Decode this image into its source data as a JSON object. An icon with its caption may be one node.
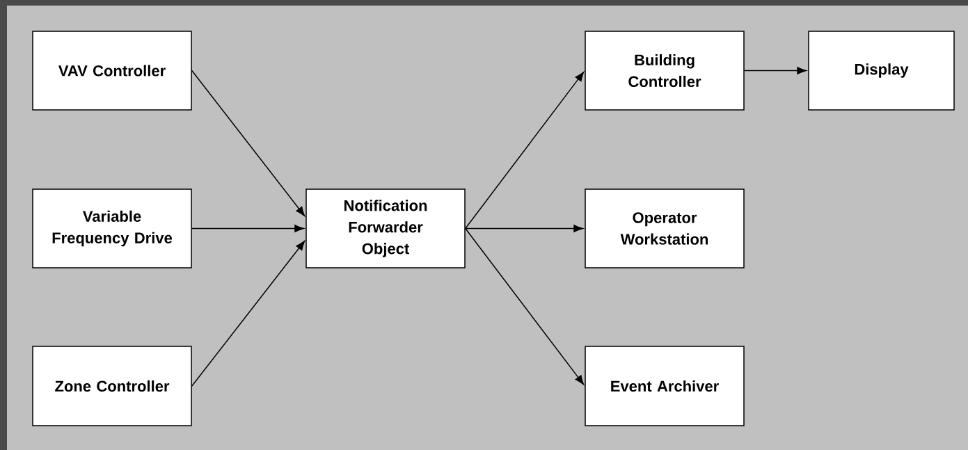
{
  "diagram": {
    "nodes": [
      {
        "text": [
          "VAV Controller"
        ]
      },
      {
        "text": [
          "Variable Frequency Drive"
        ]
      },
      {
        "text": [
          "Zone Controller"
        ]
      },
      {
        "text": [
          "Notification Forwarder Object"
        ]
      },
      {
        "text": [
          "Building Controller"
        ]
      },
      {
        "text": [
          "Display"
        ]
      },
      {
        "text": [
          "Operator Workstation"
        ]
      },
      {
        "text": [
          "Event Archiver"
        ]
      }
    ],
    "edges": [
      {
        "from": 0,
        "to": 3,
        "arrow": "to"
      },
      {
        "from": 1,
        "to": 3,
        "arrow": "to"
      },
      {
        "from": 2,
        "to": 3,
        "arrow": "to"
      },
      {
        "from": 3,
        "to": 4,
        "arrow": "to"
      },
      {
        "from": 3,
        "to": 6,
        "arrow": "to"
      },
      {
        "from": 3,
        "to": 7,
        "arrow": "to"
      },
      {
        "from": 4,
        "to": 5,
        "arrow": "to"
      }
    ]
  }
}
